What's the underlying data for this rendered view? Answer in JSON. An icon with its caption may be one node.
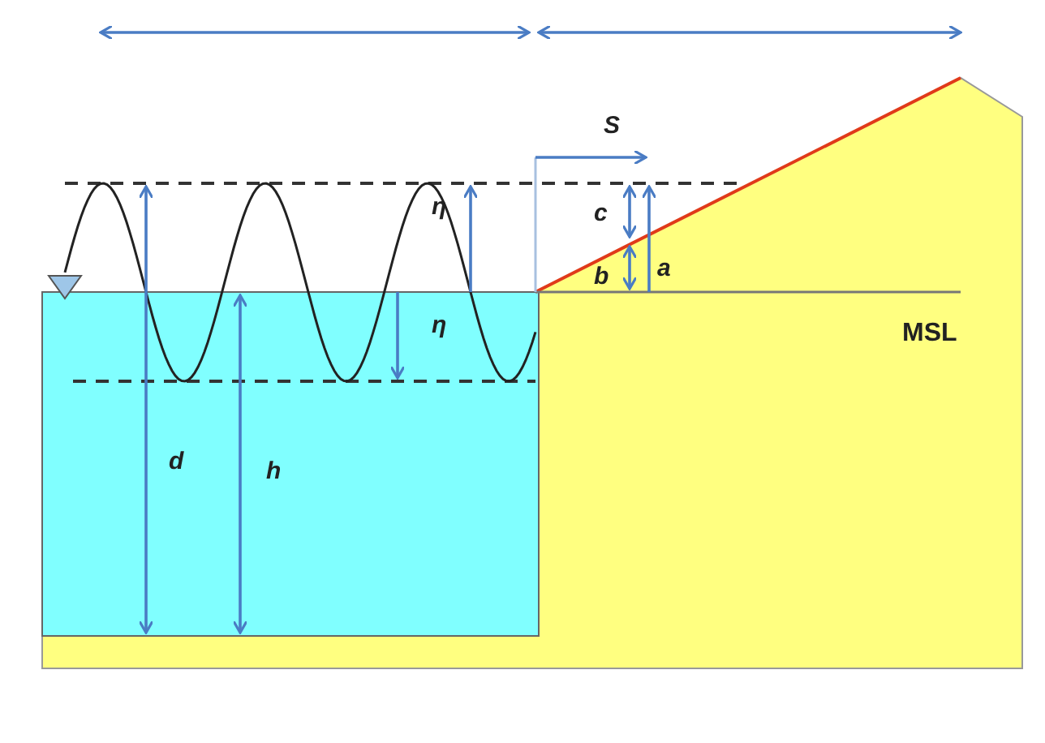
{
  "diagram": {
    "labels": [
      "S",
      "η",
      "c",
      "a",
      "b",
      "η",
      "MSL",
      "d",
      "h"
    ]
  }
}
